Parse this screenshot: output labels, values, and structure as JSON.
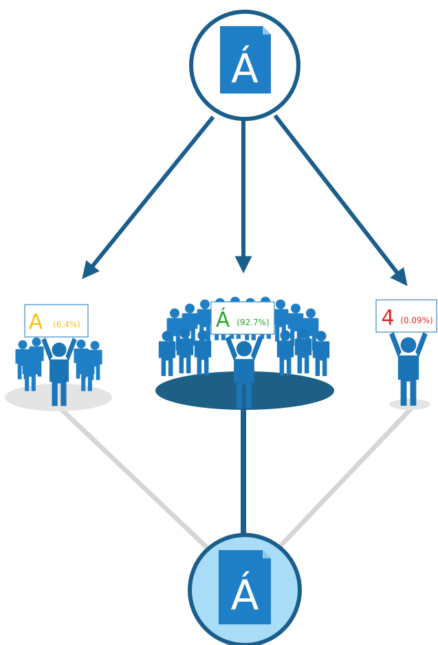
{
  "top_node": {
    "glyph": "Á",
    "icon": "document-glyph-icon",
    "style": "pixelated"
  },
  "bottom_node": {
    "glyph": "Á",
    "icon": "document-glyph-icon",
    "style": "smooth"
  },
  "groups": [
    {
      "id": "left",
      "glyph": "A",
      "percent": "(6.4%)",
      "color": "#f2c318",
      "size": "medium",
      "share": 0.064
    },
    {
      "id": "center",
      "glyph": "Á",
      "percent": "(92.7%)",
      "color": "#2aa52a",
      "size": "large",
      "share": 0.927
    },
    {
      "id": "right",
      "glyph": "4",
      "percent": "(0.09%)",
      "color": "#e02828",
      "size": "single",
      "share": 0.0009
    }
  ],
  "colors": {
    "primary": "#1f7fc6",
    "dark": "#1a5f8c",
    "circle_border": "#1a5f8c",
    "bottom_fill": "#a9dcf7",
    "faint_line": "#d6d6d6",
    "platform_dark": "#1e5f86",
    "platform_light": "#e4e4e4"
  }
}
